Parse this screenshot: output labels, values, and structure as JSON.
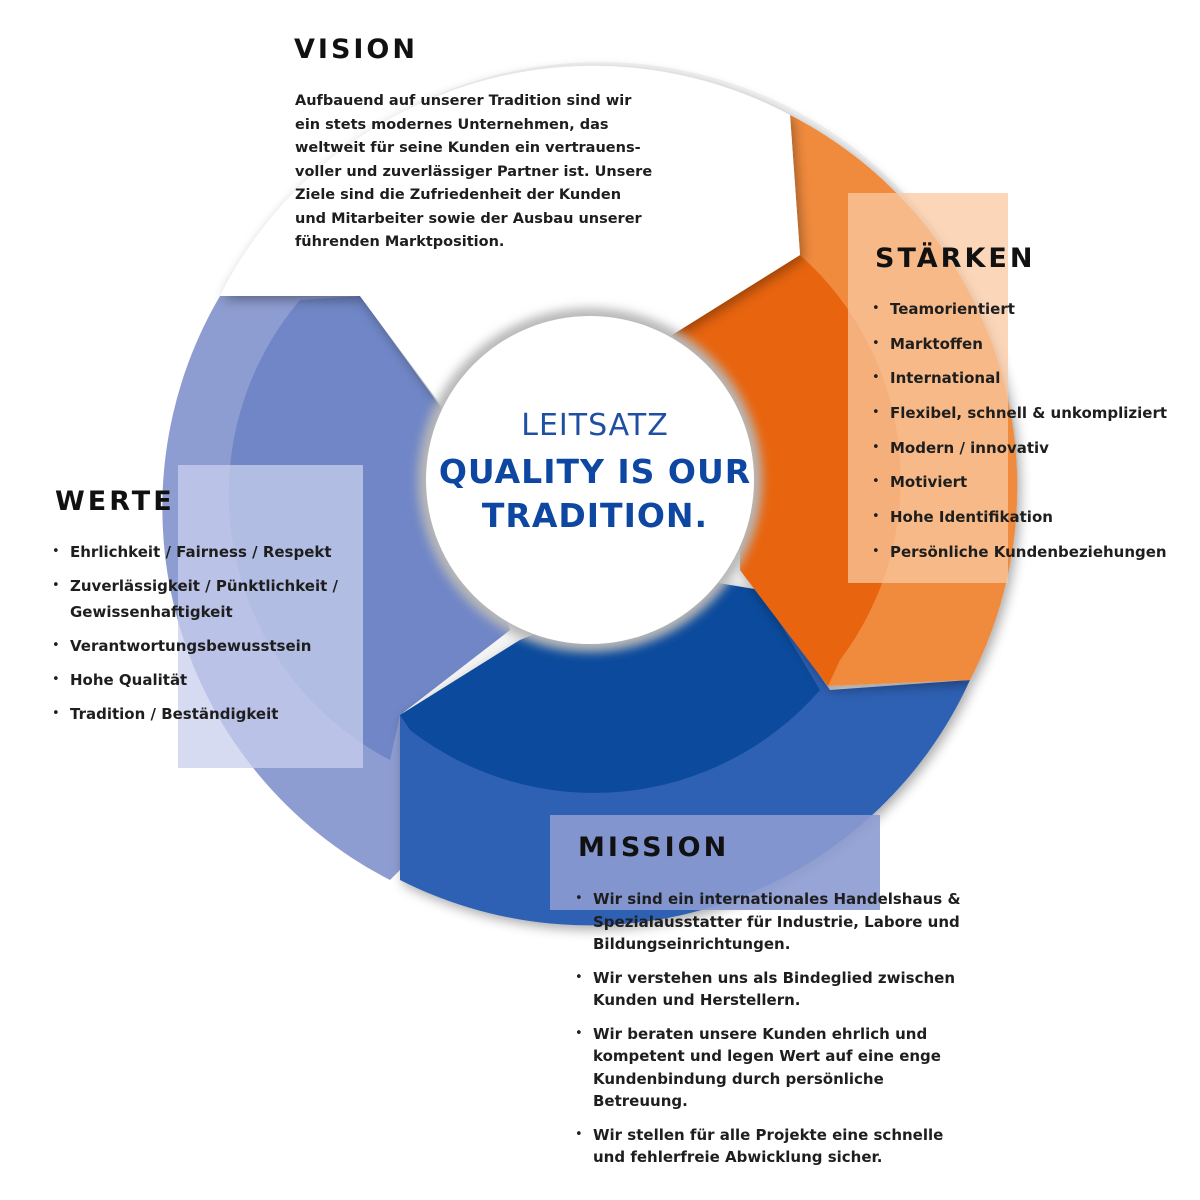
{
  "center": {
    "label": "LEITSATZ",
    "slogan_line1": "QUALITY IS OUR",
    "slogan_line2": "TRADITION."
  },
  "vision": {
    "title": "VISION",
    "lines": [
      "Aufbauend auf unserer Tradition sind wir",
      "ein stets modernes Unternehmen, das",
      "weltweit für seine Kunden ein vertrauens-",
      "voller und zuverlässiger Partner ist. Unsere",
      "Ziele sind die Zufriedenheit der Kunden",
      "und Mitarbeiter sowie der Ausbau unserer",
      "führenden Marktposition."
    ]
  },
  "staerken": {
    "title": "STÄRKEN",
    "items": [
      "Teamorientiert",
      "Marktoffen",
      "International",
      "Flexibel, schnell & unkompliziert",
      "Modern / innovativ",
      "Motiviert",
      "Hohe Identifikation",
      "Persönliche Kundenbeziehungen"
    ]
  },
  "werte": {
    "title": "WERTE",
    "items": [
      "Ehrlichkeit / Fairness / Respekt",
      "Zuverlässigkeit / Pünktlichkeit / Gewissenhaftigkeit",
      "Verantwortungsbewusstsein",
      "Hohe Qualität",
      "Tradition / Beständigkeit"
    ]
  },
  "mission": {
    "title": "MISSION",
    "items": [
      "Wir sind ein internationales Handelshaus & Spezialausstatter für Industrie, Labore und Bildungseinrichtungen.",
      "Wir verstehen uns als Bindeglied zwischen Kunden und Herstellern.",
      "Wir beraten unsere Kunden ehrlich und kompetent und legen Wert auf eine enge Kundenbindung durch persönliche Betreuung.",
      "Wir stellen für alle Projekte eine schnelle und fehlerfreie Abwicklung sicher."
    ]
  },
  "colors": {
    "orange": "#e8640e",
    "orange_light": "#f0883f",
    "blue_dark": "#0b4a9c",
    "blue_mid": "#2e62b5",
    "blue_light": "#7f93cc",
    "panel_lavender": "#bcc4e6",
    "panel_peach": "#f7b887",
    "panel_mission": "#8796cf"
  }
}
